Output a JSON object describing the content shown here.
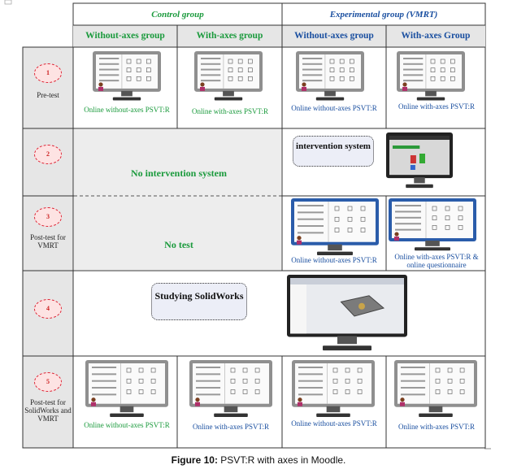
{
  "header": {
    "control_group": "Control group",
    "experimental_group": "Experimental group (VMRT)",
    "without_axes_control": "Without-axes group",
    "with_axes_control": "With-axes group",
    "without_axes_exp": "Without-axes group",
    "with_axes_exp": "With-axes Group"
  },
  "steps": [
    {
      "num": "1",
      "label": "Pre-test"
    },
    {
      "num": "2",
      "label": ""
    },
    {
      "num": "3",
      "label": "Post-test for VMRT"
    },
    {
      "num": "4",
      "label": ""
    },
    {
      "num": "5",
      "label": "Post-test for SolidWorks and VMRT"
    }
  ],
  "row1": {
    "c1": "Online without-axes PSVT:R",
    "c2": "Online with-axes PSVT:R",
    "c3": "Online without-axes PSVT:R",
    "c4": "Online with-axes PSVT:R"
  },
  "row2": {
    "control_text": "No intervention system",
    "bubble": "intervention system"
  },
  "row3": {
    "control_text": "No test",
    "c3": "Online without-axes PSVT:R",
    "c4": "Online with-axes PSVT:R & online questionnaire"
  },
  "row4": {
    "bubble": "Studying SolidWorks"
  },
  "row5": {
    "c1": "Online without-axes PSVT:R",
    "c2": "Online with-axes PSVT:R",
    "c3": "Online without-axes PSVT:R",
    "c4": "Online with-axes PSVT:R"
  },
  "figure_caption": {
    "label": "Figure 10:",
    "text": " PSVT:R with axes in Moodle."
  }
}
